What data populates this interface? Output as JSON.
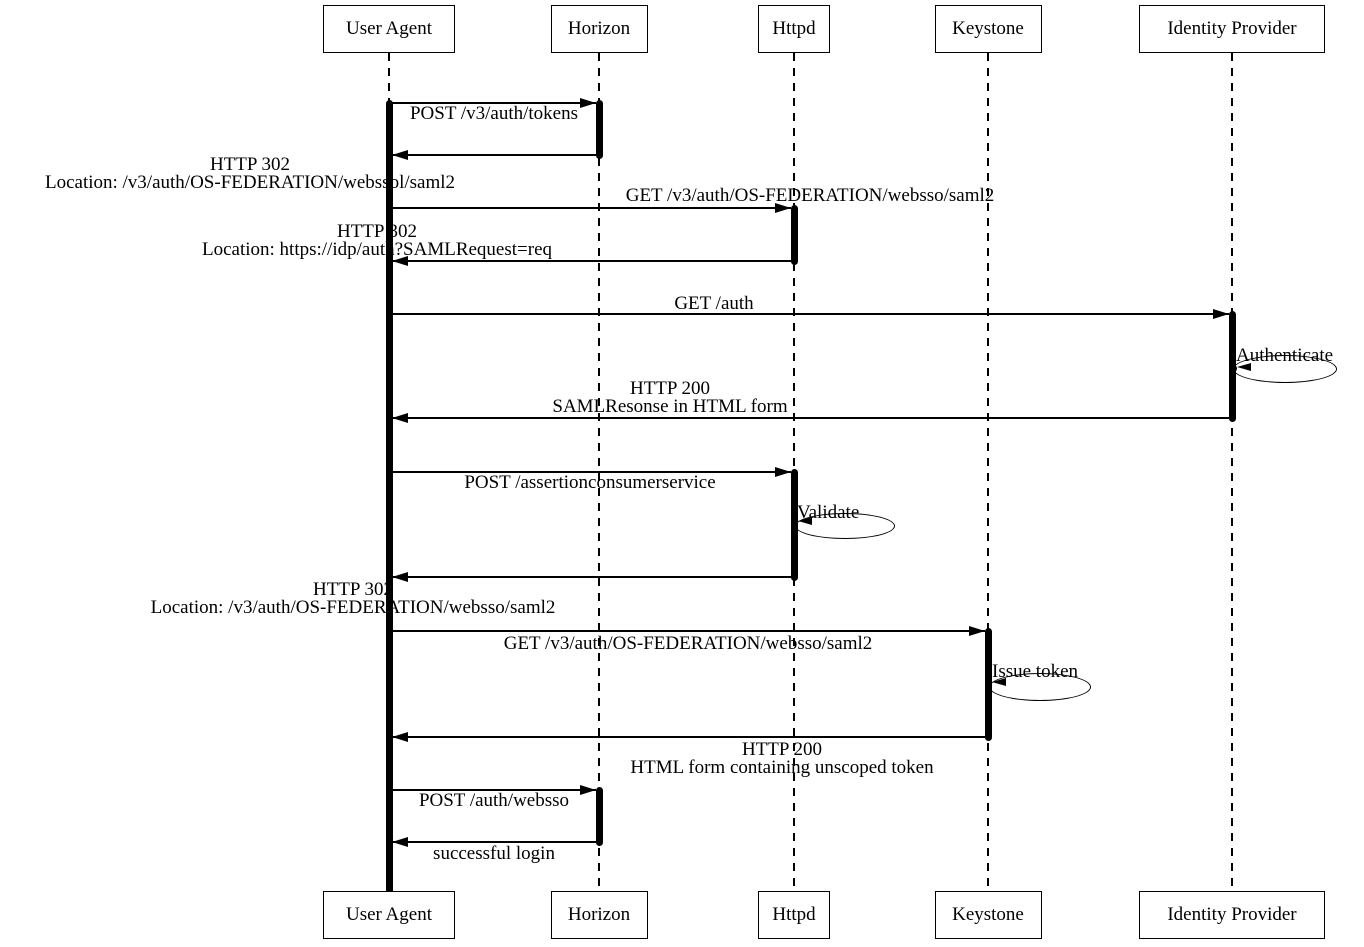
{
  "diagram": {
    "type": "sequence-diagram",
    "background_color": "#ffffff",
    "line_color": "#000000",
    "actors": [
      {
        "name": "User Agent"
      },
      {
        "name": "Horizon"
      },
      {
        "name": "Httpd"
      },
      {
        "name": "Keystone"
      },
      {
        "name": "Identity Provider"
      }
    ],
    "messages": [
      {
        "from": "User Agent",
        "to": "Horizon",
        "text": "POST /v3/auth/tokens"
      },
      {
        "from": "Horizon",
        "to": "User Agent",
        "line1": "HTTP 302",
        "line2": "Location: /v3/auth/OS-FEDERATION/webssol/saml2"
      },
      {
        "from": "User Agent",
        "to": "Httpd",
        "text": "GET /v3/auth/OS-FEDERATION/websso/saml2"
      },
      {
        "from": "Httpd",
        "to": "User Agent",
        "line1": "HTTP 302",
        "line2": "Location: https://idp/auth?SAMLRequest=req"
      },
      {
        "from": "User Agent",
        "to": "Identity Provider",
        "text": "GET /auth"
      },
      {
        "self": "Identity Provider",
        "text": "Authenticate"
      },
      {
        "from": "Identity Provider",
        "to": "User Agent",
        "line1": "HTTP 200",
        "line2": "SAMLResonse in HTML form"
      },
      {
        "from": "User Agent",
        "to": "Httpd",
        "text": "POST /assertionconsumerservice"
      },
      {
        "self": "Httpd",
        "text": "Validate"
      },
      {
        "from": "Httpd",
        "to": "User Agent",
        "line1": "HTTP 302",
        "line2": "Location: /v3/auth/OS-FEDERATION/websso/saml2"
      },
      {
        "from": "User Agent",
        "to": "Keystone",
        "text": "GET /v3/auth/OS-FEDERATION/websso/saml2"
      },
      {
        "self": "Keystone",
        "text": "Issue token"
      },
      {
        "from": "Keystone",
        "to": "User Agent",
        "line1": "HTTP 200",
        "line2": "HTML form containing unscoped token"
      },
      {
        "from": "User Agent",
        "to": "Horizon",
        "text": "POST /auth/websso"
      },
      {
        "from": "Horizon",
        "to": "User Agent",
        "text": "successful login"
      }
    ]
  }
}
